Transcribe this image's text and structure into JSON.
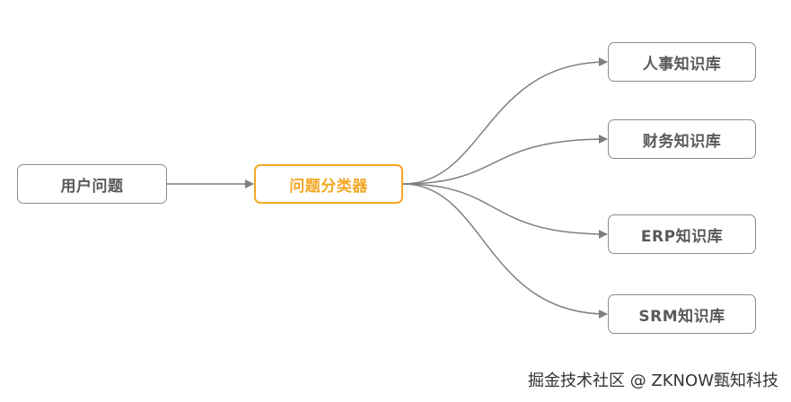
{
  "diagram": {
    "input_node": {
      "label": "用户问题"
    },
    "classifier_node": {
      "label": "问题分类器"
    },
    "targets": [
      {
        "label": "人事知识库"
      },
      {
        "label": "财务知识库"
      },
      {
        "label": "ERP知识库"
      },
      {
        "label": "SRM知识库"
      }
    ]
  },
  "colors": {
    "accent": "#f5a623",
    "node_border": "#8c8c8c",
    "node_text": "#595959",
    "connector": "#7f7f7f"
  },
  "watermark": "掘金技术社区 @ ZKNOW甄知科技"
}
